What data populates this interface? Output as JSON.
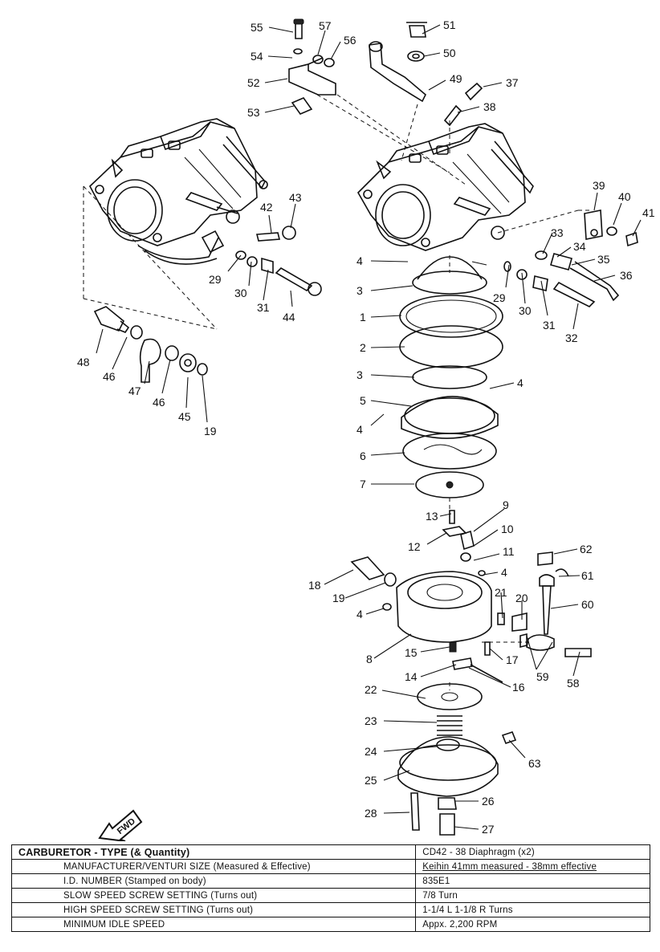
{
  "callouts": [
    "55",
    "57",
    "56",
    "51",
    "54",
    "50",
    "52",
    "49",
    "37",
    "53",
    "38",
    "39",
    "40",
    "41",
    "42",
    "43",
    "33",
    "34",
    "4",
    "35",
    "29",
    "30",
    "31",
    "44",
    "3",
    "36",
    "29",
    "30",
    "31",
    "1",
    "32",
    "2",
    "48",
    "46",
    "3",
    "4",
    "47",
    "46",
    "45",
    "19",
    "5",
    "4",
    "6",
    "7",
    "13",
    "9",
    "12",
    "10",
    "11",
    "18",
    "4",
    "21",
    "20",
    "62",
    "61",
    "19",
    "60",
    "4",
    "8",
    "15",
    "17",
    "14",
    "16",
    "59",
    "58",
    "22",
    "23",
    "24",
    "63",
    "25",
    "26",
    "28",
    "27"
  ],
  "fwd_label": "FWD",
  "table": {
    "title": "CARBURETOR - TYPE (& Quantity)",
    "title_value": "CD42 - 38 Diaphragm (x2)",
    "rows": [
      {
        "label": "MANUFACTURER/VENTURI SIZE (Measured & Effective)",
        "value": "Keihin     41mm measured - 38mm effective"
      },
      {
        "label": "I.D. NUMBER (Stamped on body)",
        "value": "835E1"
      },
      {
        "label": "SLOW SPEED SCREW SETTING (Turns out)",
        "value": "7/8 Turn"
      },
      {
        "label": "HIGH SPEED SCREW SETTING (Turns out)",
        "value": "1-1/4 L      1-1/8 R Turns"
      },
      {
        "label": "MINIMUM IDLE SPEED",
        "value": "Appx. 2,200 RPM"
      }
    ]
  }
}
